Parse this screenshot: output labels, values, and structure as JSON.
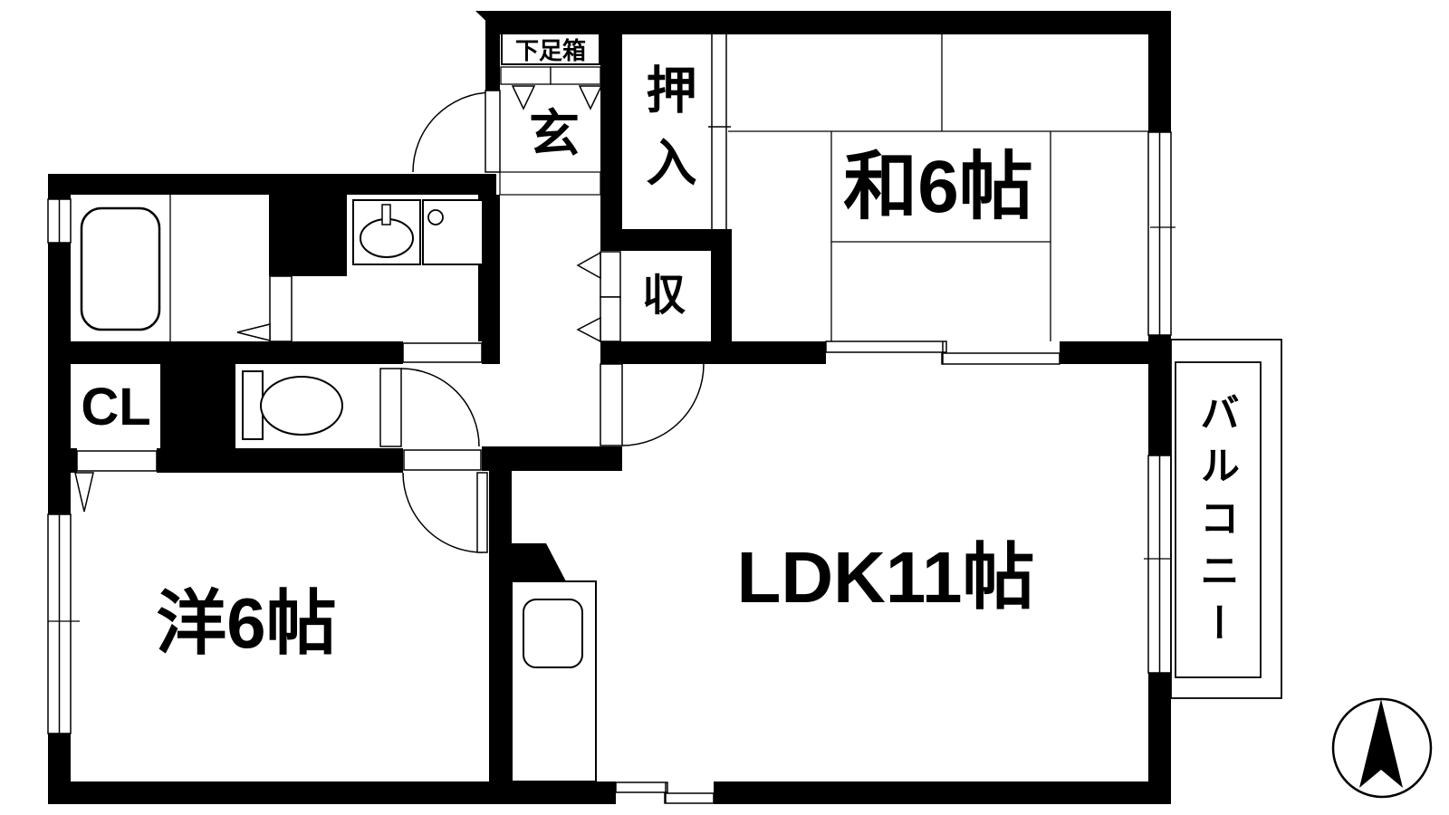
{
  "plan": {
    "labels": {
      "shoe_box": "下足箱",
      "entrance": "玄",
      "oshiire": "押入",
      "japanese_room": "和6帖",
      "storage": "収",
      "closet": "CL",
      "western_room": "洋6帖",
      "ldk": "LDK11帖",
      "balcony": "バルコニー"
    },
    "colors": {
      "wall": "#000000",
      "floor": "#ffffff",
      "line": "#000000"
    },
    "compass": "north-up"
  }
}
